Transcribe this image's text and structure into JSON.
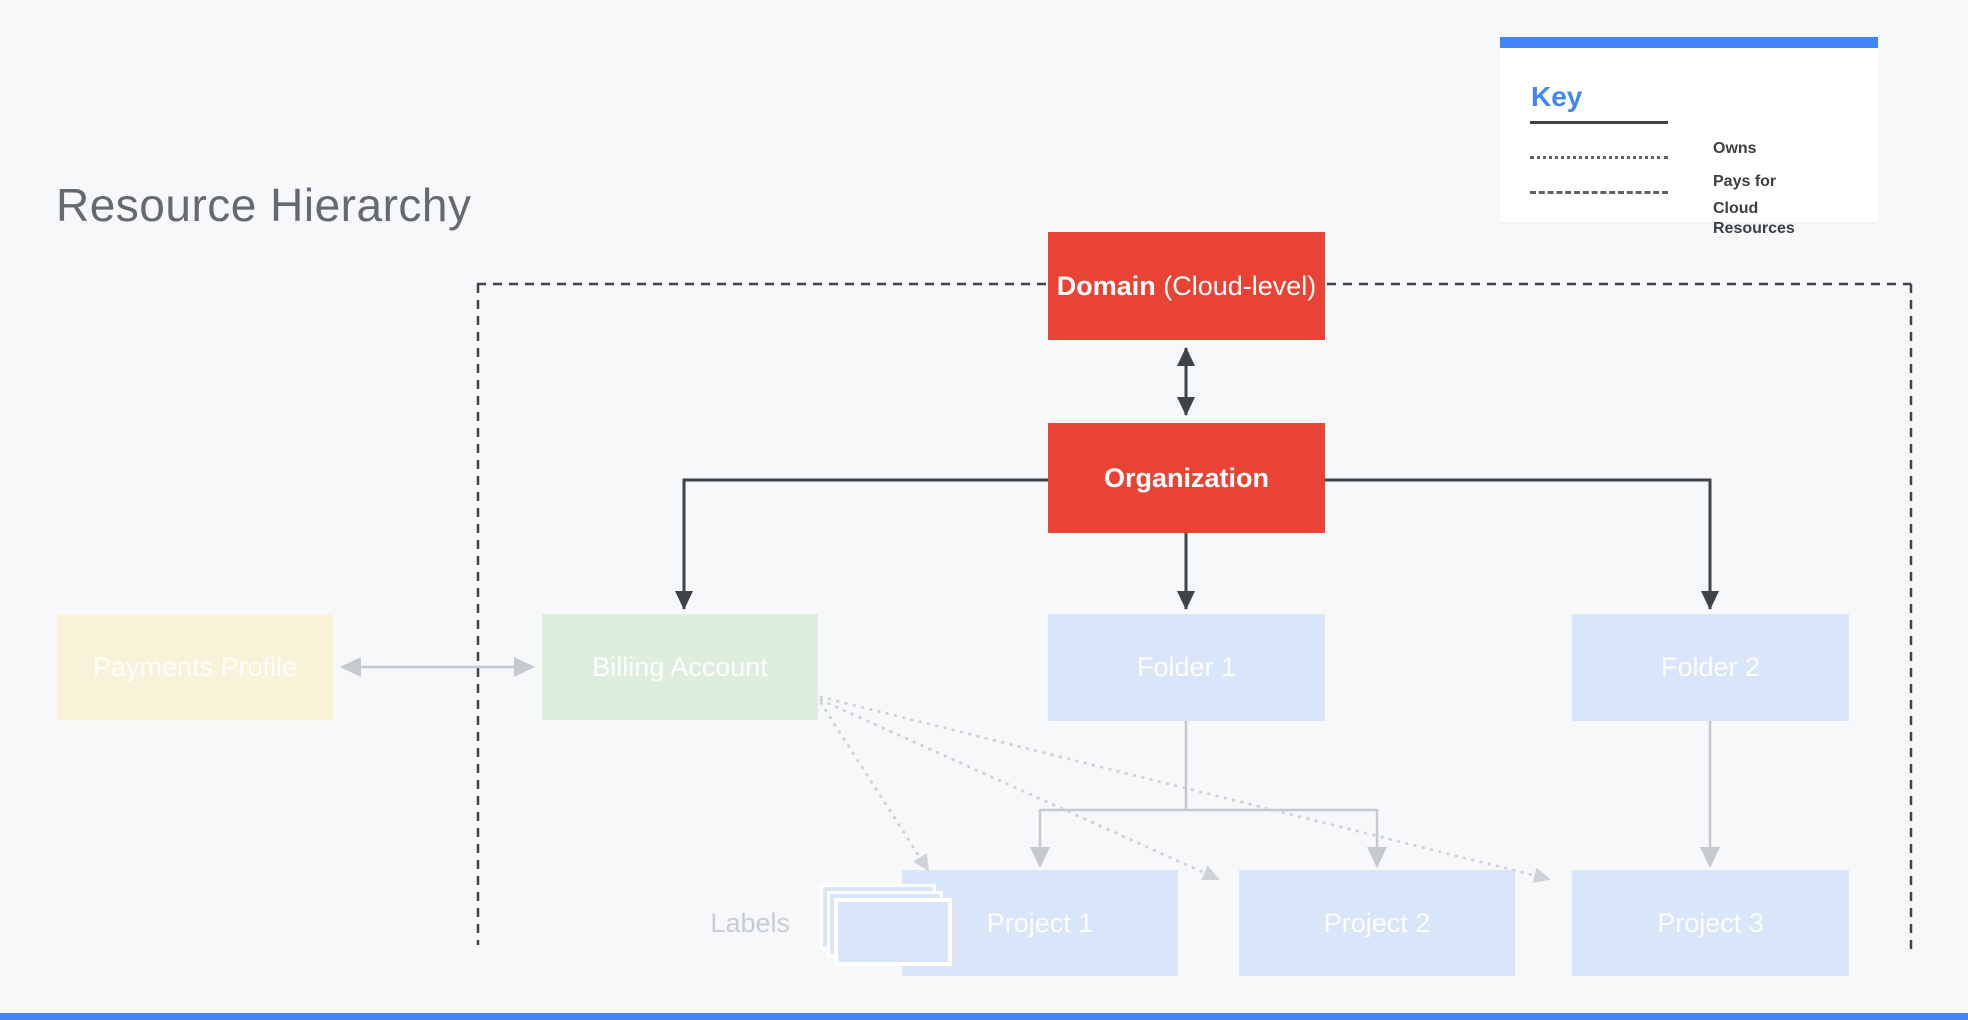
{
  "page": {
    "title": "Resource Hierarchy"
  },
  "key": {
    "heading": "Key",
    "items": [
      {
        "label": "Owns",
        "line_style": "solid"
      },
      {
        "label": "Pays for",
        "line_style": "dotted"
      },
      {
        "label": "Cloud Resources",
        "line_style": "dashed"
      }
    ]
  },
  "nodes": {
    "domain": {
      "label_bold": "Domain",
      "label_suffix": " (Cloud-level)"
    },
    "organization": {
      "label": "Organization"
    },
    "payments_profile": {
      "label": "Payments Profile"
    },
    "billing_account": {
      "label": "Billing Account"
    },
    "folder_1": {
      "label": "Folder 1"
    },
    "folder_2": {
      "label": "Folder 2"
    },
    "project_1": {
      "label": "Project 1"
    },
    "project_2": {
      "label": "Project 2"
    },
    "project_3": {
      "label": "Project 3"
    }
  },
  "annotations": {
    "labels_caption": "Labels"
  },
  "colors": {
    "background": "#F7F8FA",
    "accent_blue": "#4285F4",
    "node_red": "#E94335",
    "node_green": "#DDEDDE",
    "node_yellow": "#FAF1D9",
    "node_blue": "#D9E5F9",
    "line_dark": "#3F4347",
    "line_gray": "#C6C9CE",
    "line_dotted": "#CFD3D7",
    "title_gray": "#66696D"
  }
}
